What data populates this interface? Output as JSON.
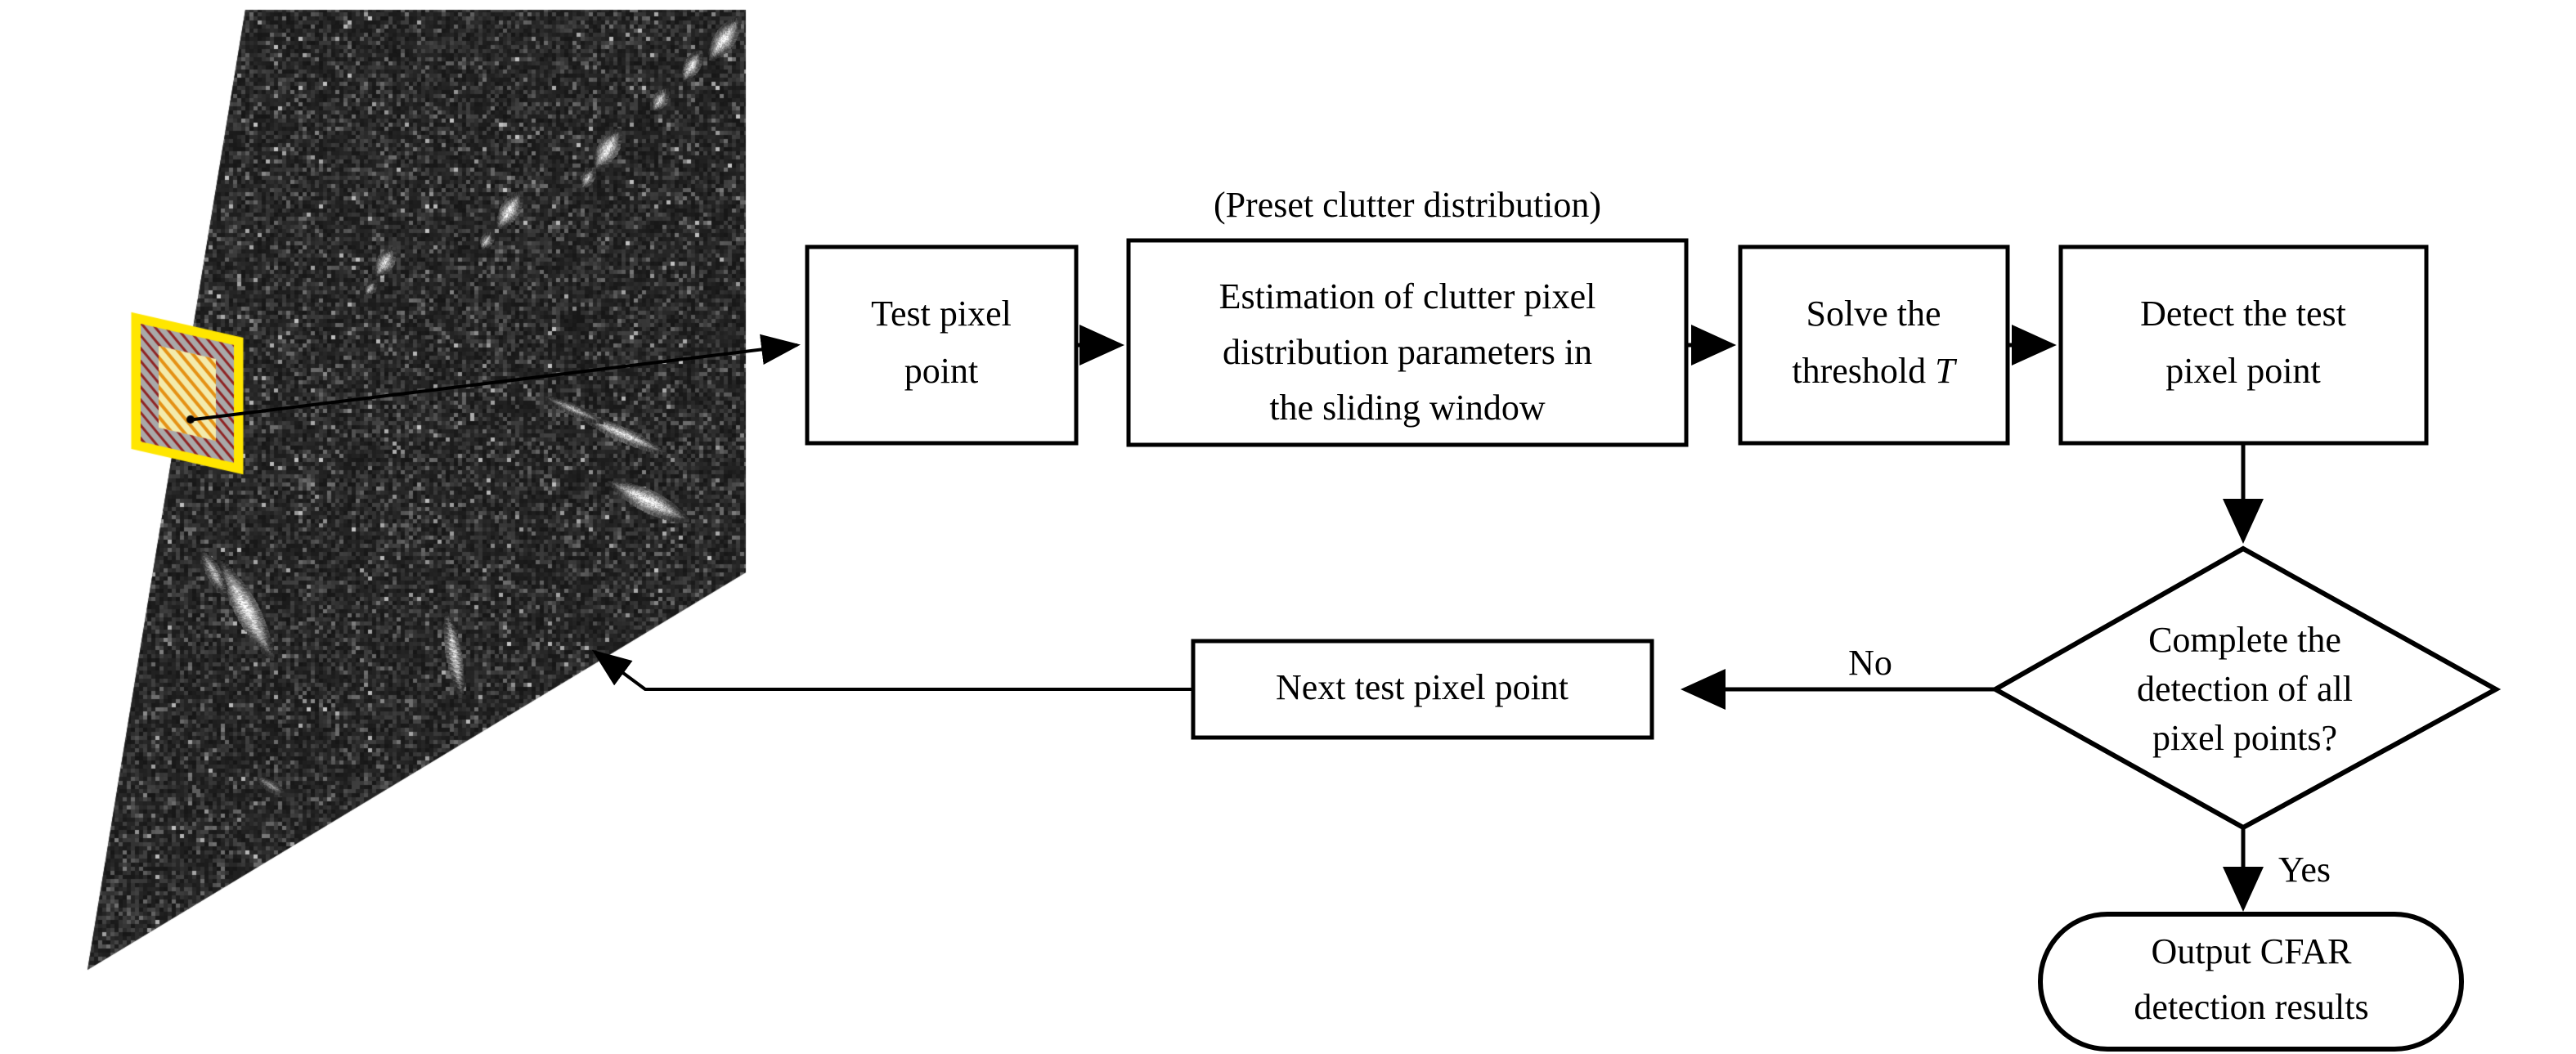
{
  "figure": {
    "kind": "flowchart",
    "title_visible": false,
    "background_color": "#ffffff",
    "line_color": "#000000"
  },
  "sar_image": {
    "name": "sar-scene-parallelogram",
    "description_visible": false,
    "speckle_dark": "#2b2b2b",
    "speckle_light": "#d8d8d8",
    "target_color": "#ffffff",
    "sliding_window": {
      "border_color": "#ffe600",
      "guard_ring_color": "#a8a8a8",
      "guard_hatch_color": "#8b2020",
      "reference_fill_color": "#f2e8a0",
      "reference_hatch_color": "#e08a10"
    }
  },
  "nodes": {
    "test_pixel": {
      "lines": [
        "Test pixel",
        "point"
      ]
    },
    "estimation": {
      "lines": [
        "Estimation of clutter pixel",
        "distribution parameters in",
        "the sliding window"
      ],
      "annotation": "(Preset clutter distribution)"
    },
    "solve_threshold": {
      "line1": "Solve the",
      "line2_prefix": "threshold ",
      "line2_symbol": "T"
    },
    "detect_pixel": {
      "lines": [
        "Detect the test",
        "pixel point"
      ]
    },
    "decision": {
      "lines": [
        "Complete the",
        "detection of all",
        "pixel points?"
      ]
    },
    "next_pixel": {
      "lines": [
        "Next test pixel point"
      ]
    },
    "output": {
      "lines": [
        "Output CFAR",
        "detection results"
      ]
    }
  },
  "edge_labels": {
    "no": "No",
    "yes": "Yes"
  },
  "colors": {
    "stroke": "#000000",
    "fill": "#ffffff",
    "highlight_yellow": "#ffe600"
  }
}
